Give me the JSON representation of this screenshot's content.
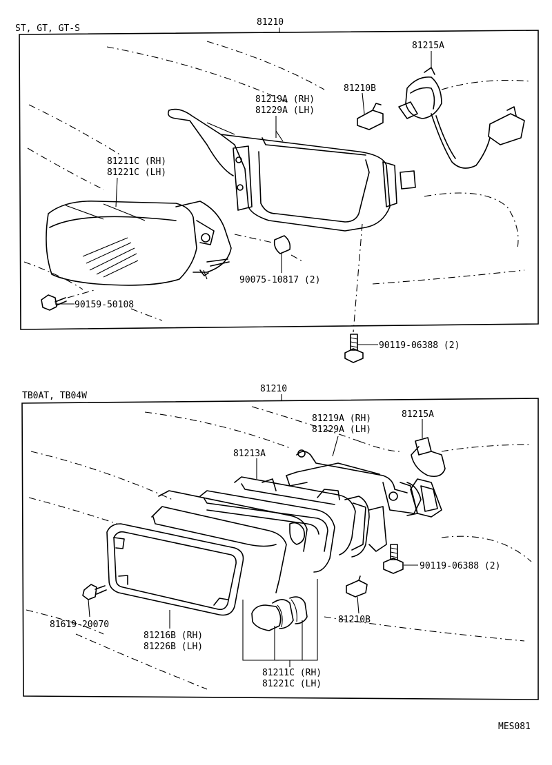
{
  "sections": [
    {
      "variant": "ST, GT, GT-S",
      "assembly": "81210",
      "labels": {
        "bracket_rh": "81219A (RH)",
        "bracket_lh": "81229A (LH)",
        "socket": "81215A",
        "bulb": "81210B",
        "lamp_rh": "81211C (RH)",
        "lamp_lh": "81221C (LH)",
        "nut": "90075-10817 (2)",
        "screw": "90159-50108",
        "bolt": "90119-06388 (2)"
      }
    },
    {
      "variant": "TB0AT, TB04W",
      "assembly": "81210",
      "labels": {
        "bracket_rh": "81219A (RH)",
        "bracket_lh": "81229A (LH)",
        "socket": "81215A",
        "housing": "81213A",
        "bolt": "90119-06388 (2)",
        "screw": "81619-20070",
        "lens_rh": "81216B (RH)",
        "lens_lh": "81226B (LH)",
        "bulb": "81210B",
        "lamp_rh": "81211C (RH)",
        "lamp_lh": "81221C (LH)"
      }
    }
  ],
  "diagram_code": "MES081"
}
